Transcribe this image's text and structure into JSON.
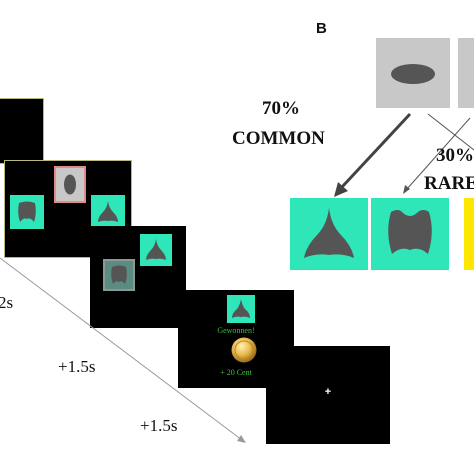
{
  "panel_b_label": "B",
  "common": {
    "percent": "70%",
    "label": "COMMON"
  },
  "rare": {
    "percent": "30%",
    "label": "RARE"
  },
  "timings": [
    "2s",
    "+1.5s",
    "+1.5s"
  ],
  "feedback": {
    "title": "Gewonnen!",
    "amount": "+ 20 Cent"
  },
  "fixation": "+",
  "colors": {
    "stimulus_green": "#2ee6b8",
    "stimulus_yellow": "#ffe600",
    "first_stage_gray": "#c8c8c8",
    "shape_gray": "#555555",
    "screen_black": "#000000",
    "feedback_text_green": "#39c739"
  }
}
